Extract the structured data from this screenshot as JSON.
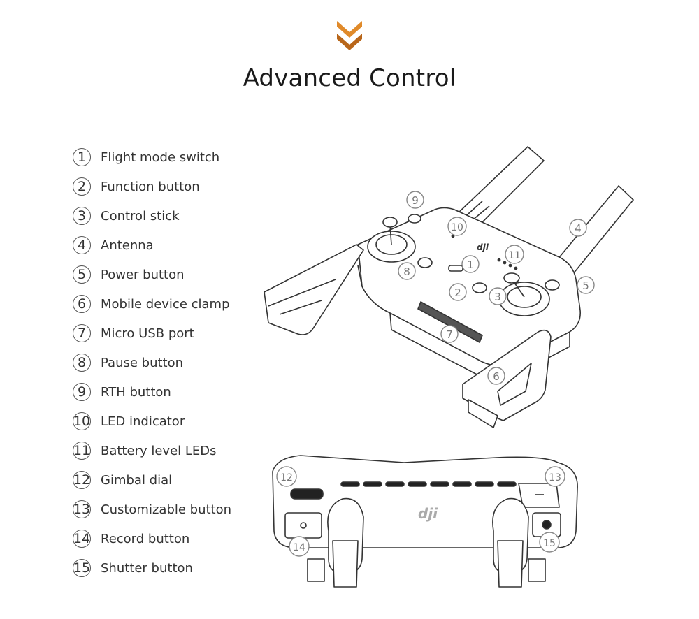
{
  "title": "Advanced Control",
  "colors": {
    "accent": "#c8731b",
    "line": "#333333",
    "callout": "#888888"
  },
  "header_icon": "double-chevron-down-icon",
  "logo_text": "dji",
  "legend": [
    {
      "number": "1",
      "label": "Flight mode switch"
    },
    {
      "number": "2",
      "label": "Function button"
    },
    {
      "number": "3",
      "label": "Control stick"
    },
    {
      "number": "4",
      "label": "Antenna"
    },
    {
      "number": "5",
      "label": "Power button"
    },
    {
      "number": "6",
      "label": "Mobile device clamp"
    },
    {
      "number": "7",
      "label": "Micro USB port"
    },
    {
      "number": "8",
      "label": "Pause button"
    },
    {
      "number": "9",
      "label": "RTH button"
    },
    {
      "number": "10",
      "label": "LED indicator"
    },
    {
      "number": "11",
      "label": "Battery level LEDs"
    },
    {
      "number": "12",
      "label": "Gimbal dial"
    },
    {
      "number": "13",
      "label": "Customizable button"
    },
    {
      "number": "14",
      "label": "Record button"
    },
    {
      "number": "15",
      "label": "Shutter button"
    }
  ]
}
